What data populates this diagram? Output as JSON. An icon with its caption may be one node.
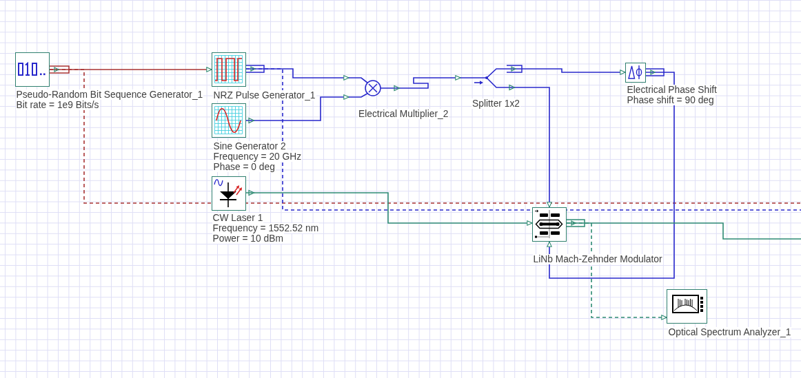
{
  "diagram": {
    "nodes": [
      {
        "text": [
          "Pseudo-Random Bit Sequence Generator_1",
          "Bit rate = 1e9 Bits/s"
        ]
      },
      {
        "text": [
          "NRZ Pulse Generator_1"
        ]
      },
      {
        "text": [
          "Sine Generator 2",
          "Frequency = 20 GHz",
          "Phase = 0 deg"
        ]
      },
      {
        "text": [
          "CW Laser 1",
          "Frequency = 1552.52 nm",
          "Power = 10 dBm"
        ]
      },
      {
        "text": [
          "Electrical Multiplier_2"
        ]
      },
      {
        "text": [
          "Splitter 1x2"
        ]
      },
      {
        "text": [
          "Electrical Phase Shift",
          "Phase shift = 90 deg"
        ]
      },
      {
        "text": [
          "LiNb Mach-Zehnder Modulator"
        ]
      },
      {
        "text": [
          "Optical Spectrum Analyzer_1"
        ]
      }
    ],
    "edges": [
      {
        "from": 0,
        "to": 1,
        "arrow": "to",
        "color": "#a83232"
      },
      {
        "from": 0,
        "to": null,
        "arrow": "none",
        "style": "dashed",
        "color": "#a83232"
      },
      {
        "from": 1,
        "to": 4,
        "arrow": "to"
      },
      {
        "from": 1,
        "to": null,
        "arrow": "none",
        "style": "dashed"
      },
      {
        "from": 2,
        "to": 4,
        "arrow": "to"
      },
      {
        "from": 4,
        "to": 5,
        "arrow": "to"
      },
      {
        "from": 5,
        "to": 6,
        "arrow": "to"
      },
      {
        "from": 5,
        "to": 7,
        "arrow": "to"
      },
      {
        "from": 6,
        "to": 7,
        "arrow": "to"
      },
      {
        "from": 3,
        "to": 7,
        "arrow": "to",
        "color": "#2e8b74"
      },
      {
        "from": 7,
        "to": null,
        "arrow": "none",
        "color": "#2e8b74"
      },
      {
        "from": 7,
        "to": 8,
        "arrow": "to",
        "style": "dashed",
        "color": "#2e8b74"
      }
    ]
  }
}
